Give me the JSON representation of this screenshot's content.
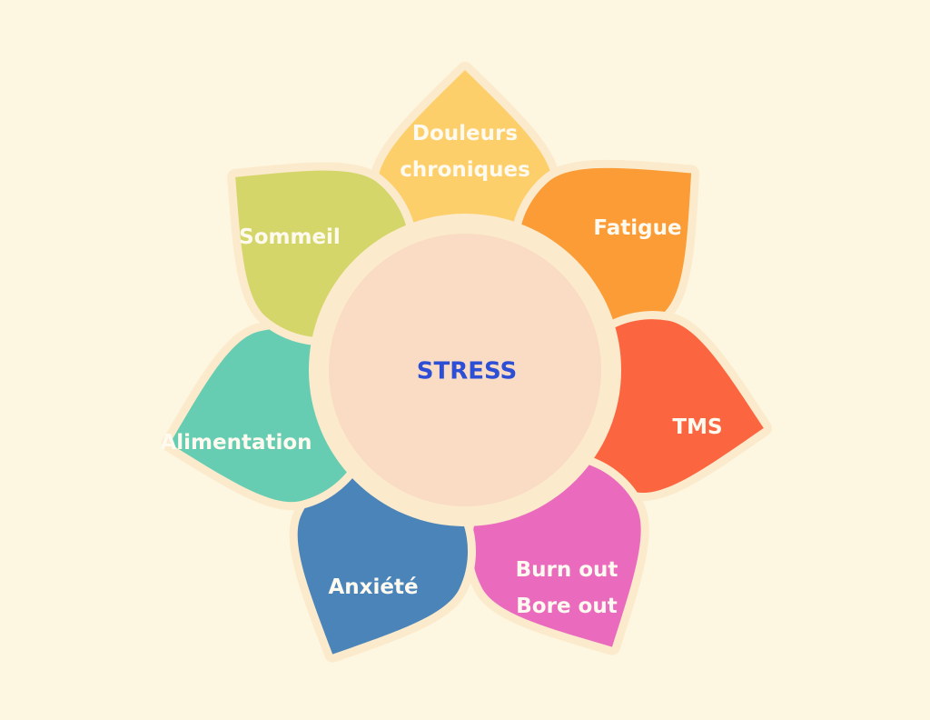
{
  "center": {
    "label": "STRESS",
    "color": "#2d4fd6",
    "fill": "#f9dcc3"
  },
  "outline_color": "#fbeacb",
  "background": "#fdf6e0",
  "petals": [
    {
      "lines": [
        "Douleurs",
        "chroniques"
      ],
      "color": "#fdcf6a"
    },
    {
      "lines": [
        "Fatigue"
      ],
      "color": "#fb9c36"
    },
    {
      "lines": [
        "TMS"
      ],
      "color": "#fb6640"
    },
    {
      "lines": [
        "Burn out",
        "Bore out"
      ],
      "color": "#ea6bbe"
    },
    {
      "lines": [
        "Anxiété"
      ],
      "color": "#4a84b9"
    },
    {
      "lines": [
        "Alimentation"
      ],
      "color": "#66cdb2"
    },
    {
      "lines": [
        "Sommeil"
      ],
      "color": "#d5d66a"
    }
  ]
}
